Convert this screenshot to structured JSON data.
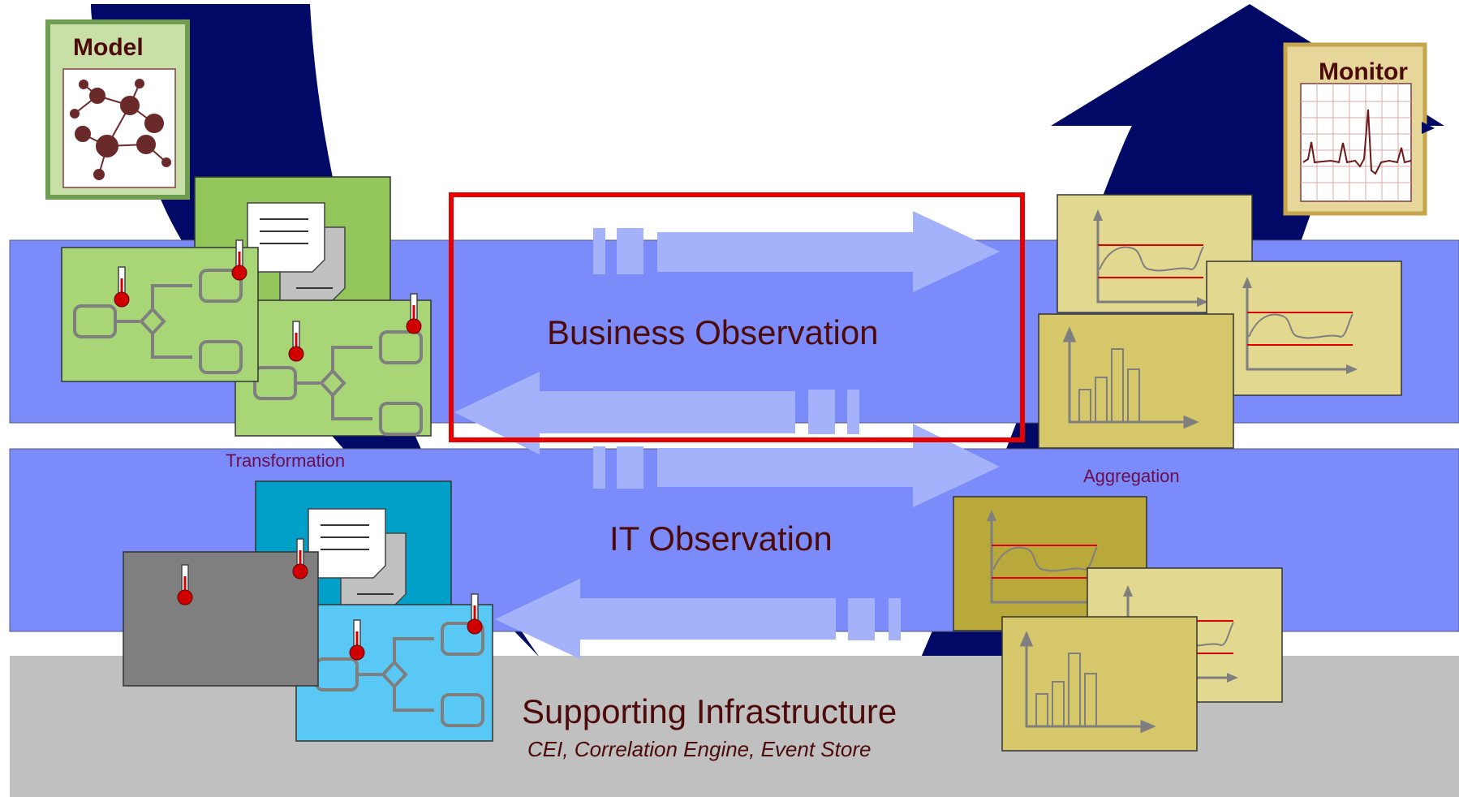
{
  "boxes": {
    "model": "Model",
    "monitor": "Monitor"
  },
  "bands": {
    "business": "Business Observation",
    "it": "IT Observation",
    "infrastructure": "Supporting Infrastructure",
    "infrastructure_sub": "CEI, Correlation Engine, Event Store"
  },
  "captions": {
    "transformation": "Transformation",
    "aggregation": "Aggregation"
  },
  "colors": {
    "navy": "#000a66",
    "band": "#7b8cfa",
    "band_border": "#5a5a7a",
    "infra": "#c0c0c0",
    "arrow": "#a4b2fc",
    "text_dark_red": "#4d0a0a",
    "highlight": "#e60000",
    "model_green": "#6f9d52",
    "monitor_tan": "#e6d69a",
    "monitor_border": "#c5a64a"
  },
  "icons": [
    "model-network-icon",
    "monitor-ecg-icon",
    "thermometer-icon",
    "document-icon",
    "flowchart-icon",
    "line-chart-icon",
    "bar-chart-icon"
  ]
}
